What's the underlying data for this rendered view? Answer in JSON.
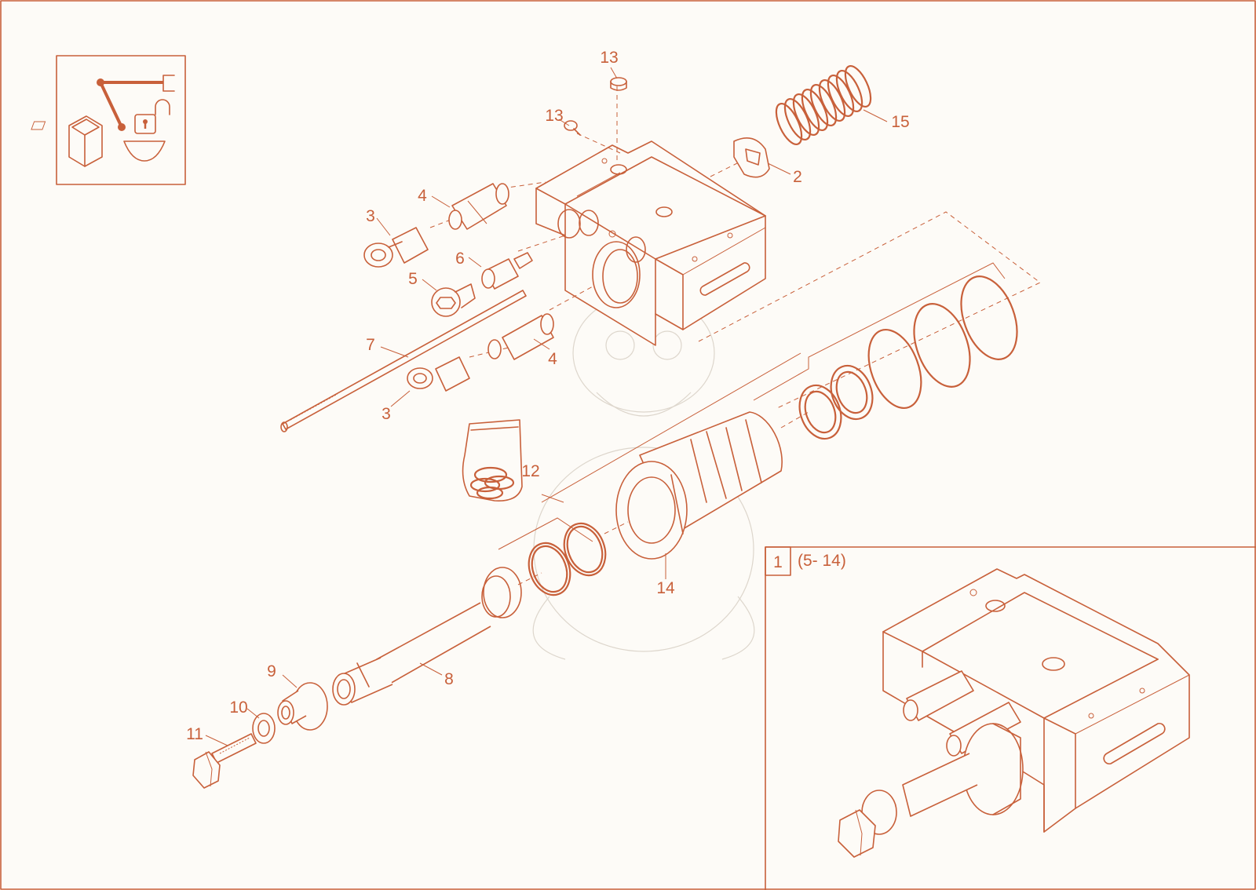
{
  "diagram": {
    "callouts": [
      {
        "id": "c13a",
        "text": "13"
      },
      {
        "id": "c13b",
        "text": "13"
      },
      {
        "id": "c15",
        "text": "15"
      },
      {
        "id": "c2",
        "text": "2"
      },
      {
        "id": "c4a",
        "text": "4"
      },
      {
        "id": "c3a",
        "text": "3"
      },
      {
        "id": "c6",
        "text": "6"
      },
      {
        "id": "c5",
        "text": "5"
      },
      {
        "id": "c7",
        "text": "7"
      },
      {
        "id": "c4b",
        "text": "4"
      },
      {
        "id": "c3b",
        "text": "3"
      },
      {
        "id": "c12",
        "text": "12"
      },
      {
        "id": "c14",
        "text": "14"
      },
      {
        "id": "c9",
        "text": "9"
      },
      {
        "id": "c8",
        "text": "8"
      },
      {
        "id": "c10",
        "text": "10"
      },
      {
        "id": "c11",
        "text": "11"
      }
    ],
    "inset": {
      "number": "1",
      "range": "(5- 14)"
    },
    "colors": {
      "line": "#c8603a",
      "background": "#fdfbf7"
    },
    "icons": [
      "hydraulic-lock-symbol-icon",
      "rocker-switch-icon"
    ]
  }
}
